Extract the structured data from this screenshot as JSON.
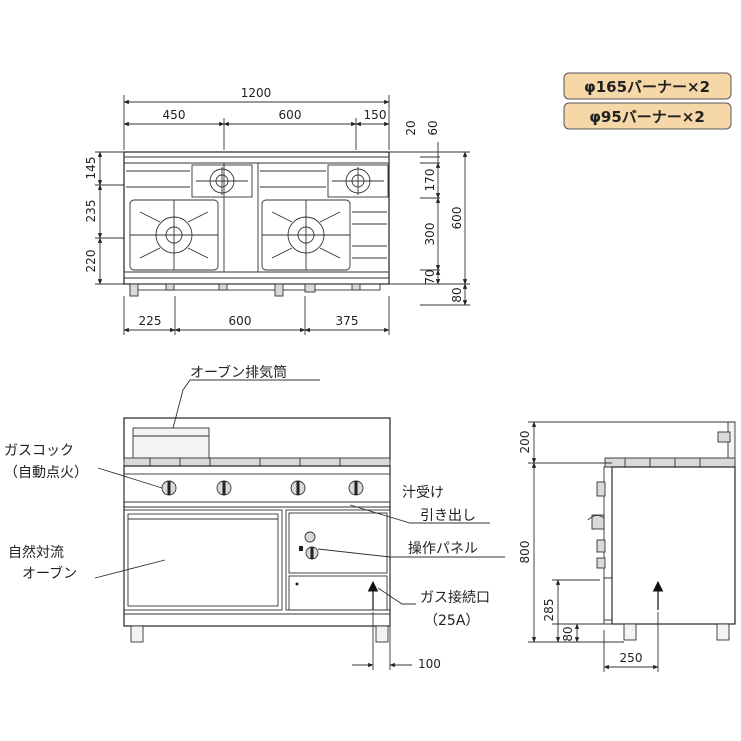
{
  "badges": {
    "burner_large": "φ165バーナー×2",
    "burner_small": "φ95バーナー×2",
    "badge_color": "#f6d7a7"
  },
  "top_view": {
    "total_width": "1200",
    "top_segments": [
      "450",
      "600",
      "150"
    ],
    "bottom_segments": [
      "225",
      "600",
      "375"
    ],
    "left_dims": [
      "145",
      "235",
      "220"
    ],
    "right_inner_dims": [
      "20",
      "60",
      "170",
      "300",
      "70"
    ],
    "right_total": "600",
    "right_leg": "80"
  },
  "front_view": {
    "labels": {
      "oven_flue": "オーブン排気筒",
      "gas_cock_line1": "ガスコック",
      "gas_cock_line2": "（自動点火）",
      "oven_line1": "自然対流",
      "oven_line2": "オーブン",
      "drip_tray_line1": "汁受け",
      "drip_tray_line2": "引き出し",
      "control_panel": "操作パネル",
      "gas_inlet_line1": "ガス接続口",
      "gas_inlet_line2": "（25A）"
    },
    "dim_inlet": "100"
  },
  "side_view": {
    "dim_top": "200",
    "dim_height": "800",
    "dim_inlet_height": "285",
    "dim_leg": "80",
    "dim_depth": "250"
  }
}
